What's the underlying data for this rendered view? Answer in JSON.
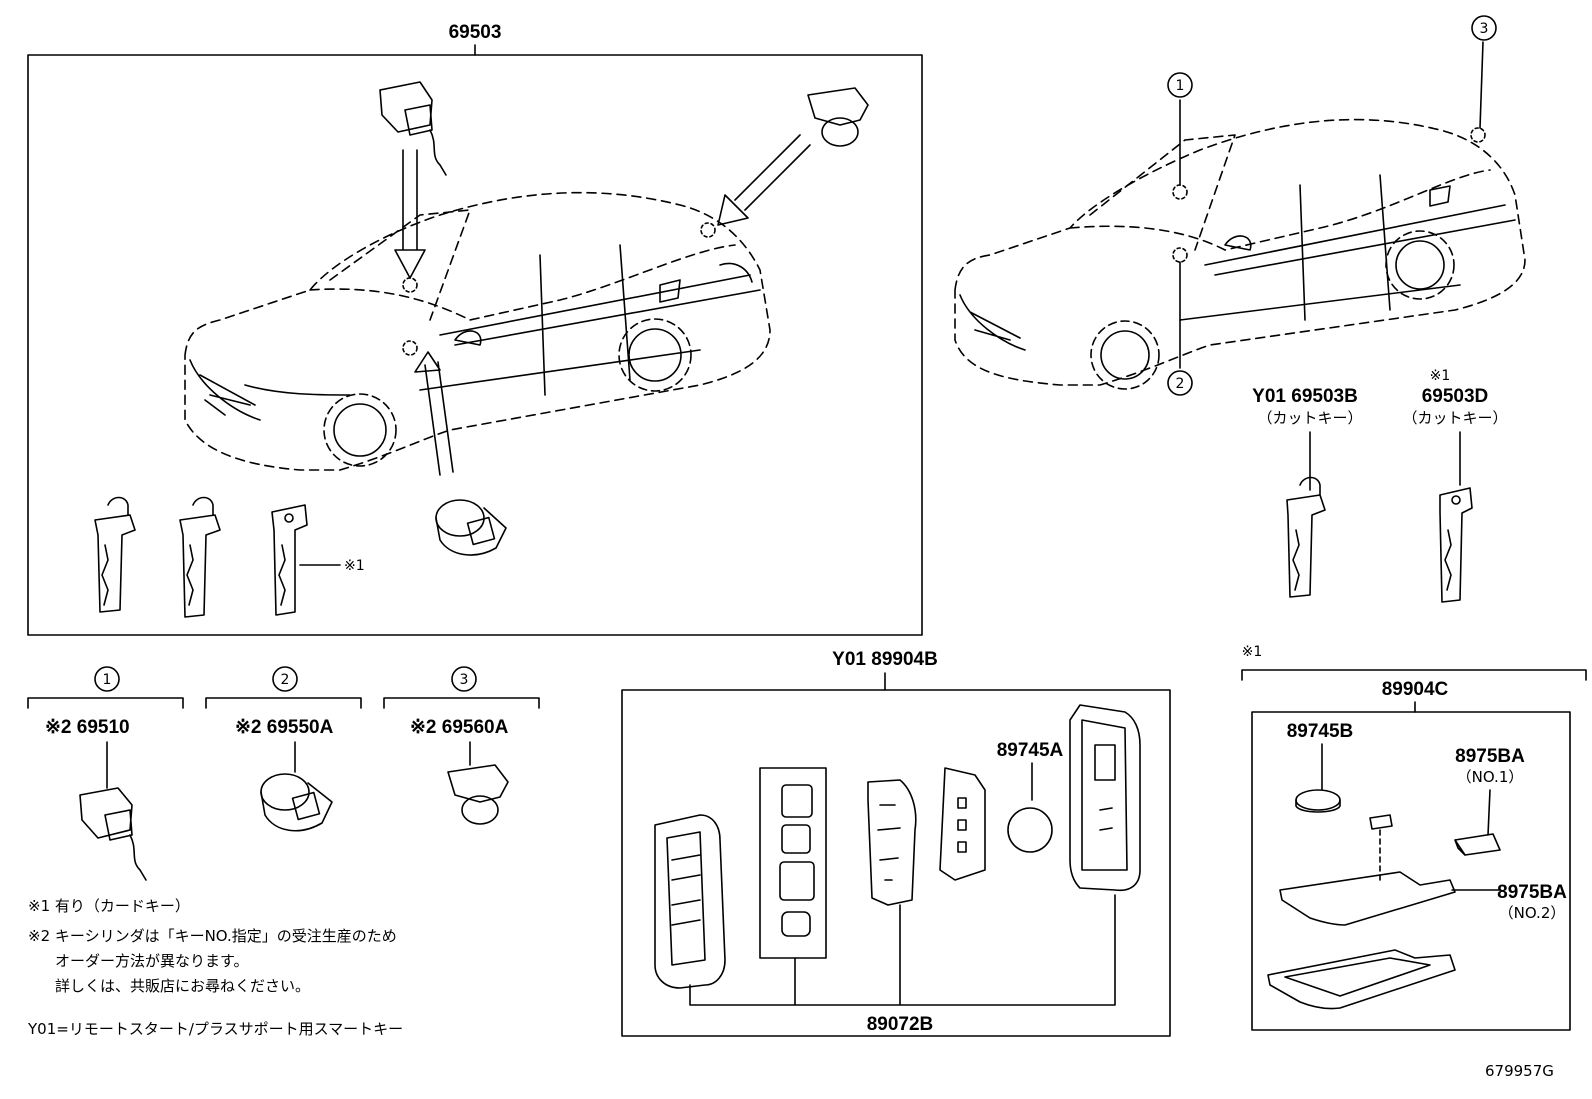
{
  "labels": {
    "main_assembly": "69503",
    "circle_1": "1",
    "circle_2": "2",
    "circle_3": "3",
    "note_mark_1": "※1",
    "key_b": "Y01 69503B",
    "key_b_desc": "（カットキー）",
    "key_d_mark": "※1",
    "key_d": "69503D",
    "key_d_desc": "（カットキー）",
    "cyl_1_part": "※2 69510",
    "cyl_2_part": "※2 69550A",
    "cyl_3_part": "※2 69560A",
    "smartkey_y01": "Y01 89904B",
    "battery_a": "89745A",
    "case_89072b": "89072B",
    "card_mark": "※1",
    "cardkey": "89904C",
    "battery_b": "89745B",
    "plate_no1": "8975BA",
    "plate_no1_sub": "（NO.1）",
    "plate_no2": "8975BA",
    "plate_no2_sub": "（NO.2）"
  },
  "notes": {
    "line1": "※1 有り（カードキー）",
    "line2": "※2 キーシリンダは「キーNO.指定」の受注生産のため",
    "line3": "オーダー方法が異なります。",
    "line4": "詳しくは、共販店にお尋ねください。",
    "line5": "Y01=リモートスタート/プラスサポート用スマートキー"
  },
  "figure_code": "679957G"
}
